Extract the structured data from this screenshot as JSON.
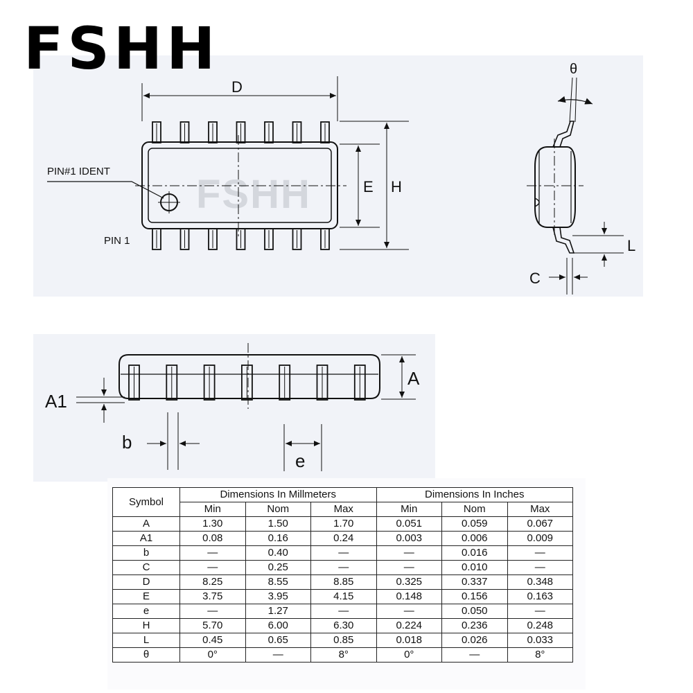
{
  "brand": "FSHH",
  "watermark": "FSHH",
  "diagram": {
    "labels": {
      "D": "D",
      "E": "E",
      "H": "H",
      "theta": "θ",
      "L": "L",
      "C": "C",
      "A": "A",
      "A1": "A1",
      "b": "b",
      "e": "e",
      "pin1_ident": "PIN#1 IDENT",
      "pin1": "PIN 1"
    }
  },
  "table": {
    "symbol_header": "Symbol",
    "group_mm": "Dimensions In Millmeters",
    "group_in": "Dimensions In Inches",
    "sub_headers": [
      "Min",
      "Nom",
      "Max",
      "Min",
      "Nom",
      "Max"
    ],
    "rows": [
      [
        "A",
        "1.30",
        "1.50",
        "1.70",
        "0.051",
        "0.059",
        "0.067"
      ],
      [
        "A1",
        "0.08",
        "0.16",
        "0.24",
        "0.003",
        "0.006",
        "0.009"
      ],
      [
        "b",
        "—",
        "0.40",
        "—",
        "—",
        "0.016",
        "—"
      ],
      [
        "C",
        "—",
        "0.25",
        "—",
        "—",
        "0.010",
        "—"
      ],
      [
        "D",
        "8.25",
        "8.55",
        "8.85",
        "0.325",
        "0.337",
        "0.348"
      ],
      [
        "E",
        "3.75",
        "3.95",
        "4.15",
        "0.148",
        "0.156",
        "0.163"
      ],
      [
        "e",
        "—",
        "1.27",
        "—",
        "—",
        "0.050",
        "—"
      ],
      [
        "H",
        "5.70",
        "6.00",
        "6.30",
        "0.224",
        "0.236",
        "0.248"
      ],
      [
        "L",
        "0.45",
        "0.65",
        "0.85",
        "0.018",
        "0.026",
        "0.033"
      ],
      [
        "θ",
        "0°",
        "—",
        "8°",
        "0°",
        "—",
        "8°"
      ]
    ]
  }
}
